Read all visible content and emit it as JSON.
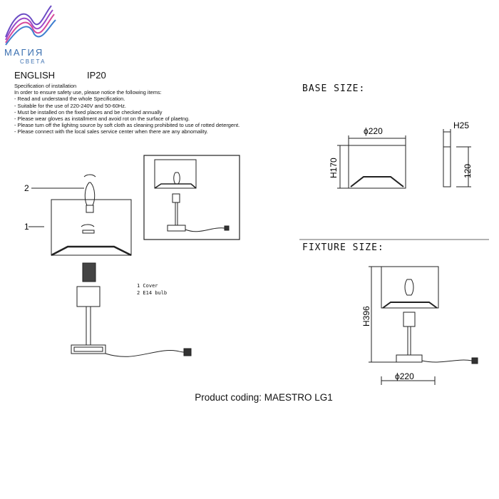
{
  "logo": {
    "name": "МАГИЯ",
    "sub": "СВЕТА"
  },
  "header": {
    "language": "ENGLISH",
    "protection": "IP20"
  },
  "spec": {
    "lines": [
      "Specification of installation",
      "In order to ensure safety use, please notice the following items:",
      "- Read and understand the whole Specification.",
      "- Suitable for the use of 220-240V and 50-60Hz.",
      "- Must be installed on the fixed places and be checked annually",
      "- Please wear gloves as installment and avoid rot on the surface of plaetng.",
      "- Please turn off the lighitng source by soft cloth as cleaning prohibited to use of rotted detergent.",
      "- Please connect with the local sales service center when there are any abnomality."
    ]
  },
  "callouts": {
    "one": "1",
    "two": "2"
  },
  "legend": {
    "item1": "1 Cover",
    "item2": "2 E14 bulb"
  },
  "base": {
    "title": "BASE SIZE:",
    "width": "ϕ220",
    "height": "H170",
    "depth": "H25",
    "depth_height": "120"
  },
  "fixture": {
    "title": "FIXTURE SIZE:",
    "height": "H396",
    "width": "ϕ220"
  },
  "product": {
    "coding": "Product coding: MAESTRO LG1"
  }
}
